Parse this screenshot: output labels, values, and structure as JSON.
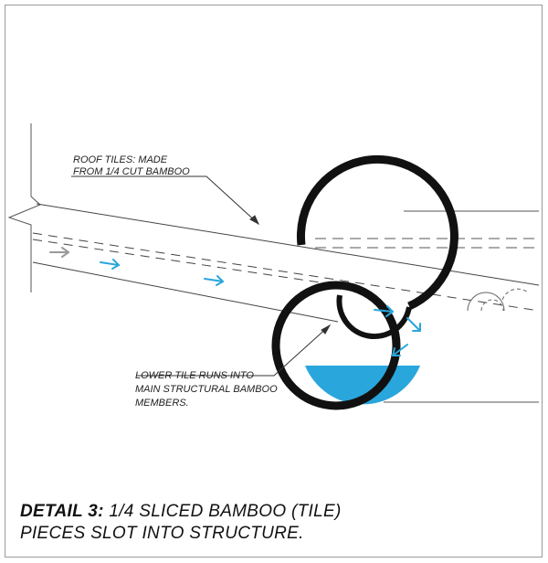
{
  "annotations": {
    "roof_tiles": [
      "ROOF TILES: MADE",
      "FROM 1/4 CUT BAMBOO"
    ],
    "lower_tile": [
      "LOWER TILE RUNS INTO",
      "MAIN STRUCTURAL BAMBOO",
      "MEMBERS."
    ]
  },
  "caption": {
    "lead": "DETAIL 3:",
    "line1_rest": "1/4 SLICED BAMBOO (TILE)",
    "line2": "PIECES SLOT INTO STRUCTURE."
  },
  "colors": {
    "water": "#29a6dc",
    "flow_arrow": "#29a6dc",
    "inflow_arrow": "#9a9a9a",
    "structure": "#111111"
  }
}
